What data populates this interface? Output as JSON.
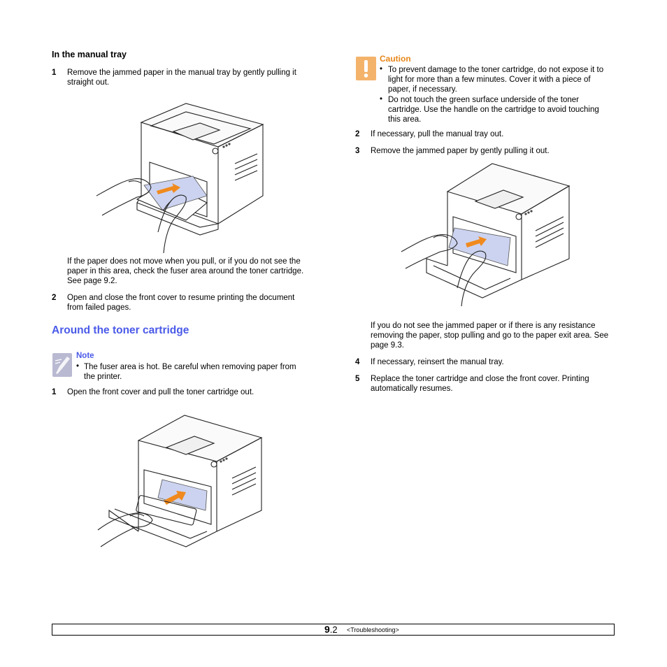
{
  "left": {
    "heading_manual_tray": "In the manual tray",
    "step1_num": "1",
    "step1_l1": "Remove the jammed paper in the manual tray by gently pulling it",
    "step1_l2": "straight out.",
    "para_l1": "If the paper does not move when you pull, or if you do not see the",
    "para_l2": "paper in this area, check the fuser area around the toner cartridge.",
    "para_l3": "See page 9.2.",
    "step2_num": "2",
    "step2_l1": "Open and close the front cover to resume printing the document",
    "step2_l2": "from failed pages.",
    "section_title": "Around the toner cartridge",
    "note_label": "Note",
    "note_bullet": "•",
    "note_l1": "The fuser area is hot. Be careful when removing paper from",
    "note_l2": "the printer.",
    "step1b_num": "1",
    "step1b_text": "Open the front cover and pull the toner cartridge out."
  },
  "right": {
    "caution_label": "Caution",
    "bullet": "•",
    "c1_l1": "To prevent damage to the toner cartridge, do not expose it to",
    "c1_l2": "light for more than a few minutes. Cover it with a piece of",
    "c1_l3": "paper, if necessary.",
    "c2_l1": "Do not touch the green surface underside of the toner",
    "c2_l2": "cartridge. Use the handle on the cartridge to avoid touching",
    "c2_l3": "this area.",
    "step2_num": "2",
    "step2_text": "If necessary, pull the manual tray out.",
    "step3_num": "3",
    "step3_text": "Remove the jammed paper by gently pulling it out.",
    "para_l1": "If you do not see the jammed paper or if there is any resistance",
    "para_l2": "removing the paper, stop pulling and go to the paper exit area. See",
    "para_l3": "page 9.3.",
    "step4_num": "4",
    "step4_text": "If necessary, reinsert the manual tray.",
    "step5_num": "5",
    "step5_l1": "Replace the toner cartridge and close the front cover. Printing",
    "step5_l2": "automatically resumes."
  },
  "footer": {
    "page_chapter": "9",
    "page_sub": ".2",
    "breadcrumb": "<Troubleshooting>"
  },
  "icons": {
    "caution": "caution-exclamation-icon",
    "note": "note-pencil-icon"
  },
  "colors": {
    "section_heading": "#4a5ae8",
    "caution": "#e8871b",
    "note_icon": "#a8a8c8",
    "arrow": "#f08a1e"
  }
}
